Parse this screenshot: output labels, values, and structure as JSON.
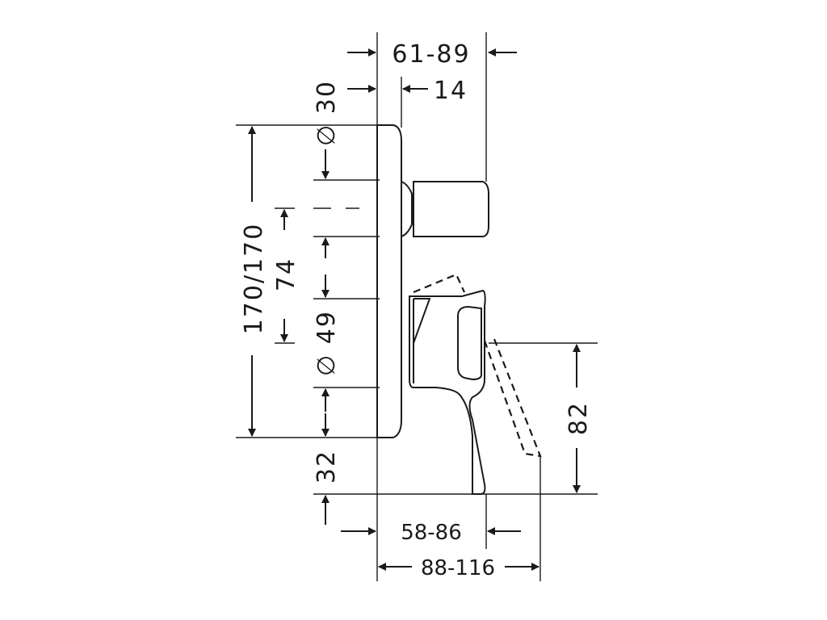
{
  "dimensions": {
    "top_width": "61-89",
    "top_offset": "14",
    "diverter_diameter": "∅ 30",
    "overall_height": "170/170",
    "spacing_74": "74",
    "cartridge_diameter": "∅ 49",
    "bottom_offset": "32",
    "lever_drop": "82",
    "bottom_depth": "58-86",
    "overall_depth": "88-116"
  },
  "colors": {
    "line": "#1a1a1a",
    "background": "#ffffff"
  }
}
